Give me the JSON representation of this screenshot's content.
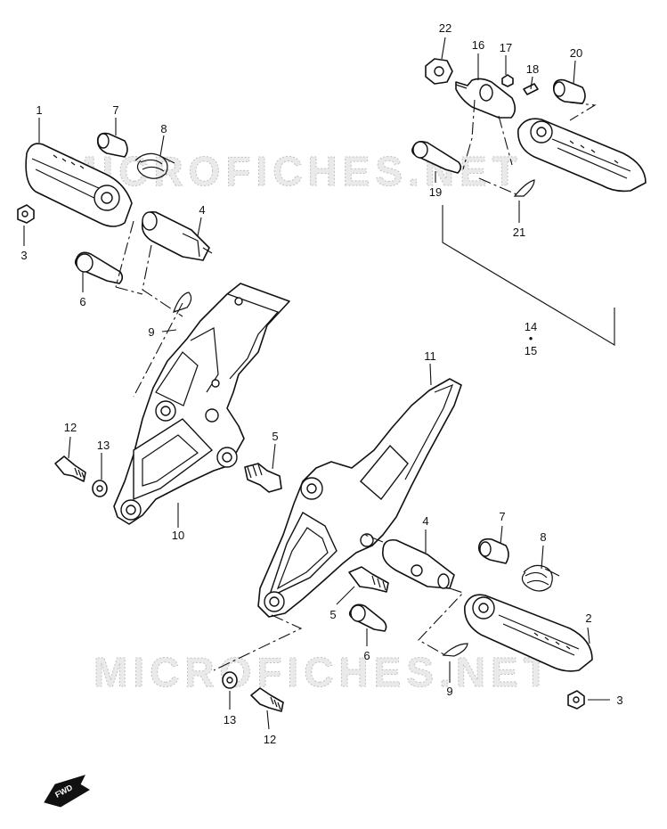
{
  "watermark": {
    "top": "MICROFICHES.NET",
    "bottom": "MICROFICHES.NET"
  },
  "callouts": {
    "c1": "1",
    "c2": "2",
    "c3a": "3",
    "c3b": "3",
    "c4a": "4",
    "c4b": "4",
    "c5a": "5",
    "c5b": "5",
    "c6a": "6",
    "c6b": "6",
    "c7a": "7",
    "c7b": "7",
    "c8a": "8",
    "c8b": "8",
    "c9a": "9",
    "c9b": "9",
    "c10": "10",
    "c11": "11",
    "c12a": "12",
    "c12b": "12",
    "c13a": "13",
    "c13b": "13",
    "c14": "14",
    "c15": "15",
    "c16": "16",
    "c17": "17",
    "c18": "18",
    "c19": "19",
    "c20": "20",
    "c21": "21",
    "c22": "22",
    "set_dot": "•"
  },
  "fwd_label": "FWD"
}
